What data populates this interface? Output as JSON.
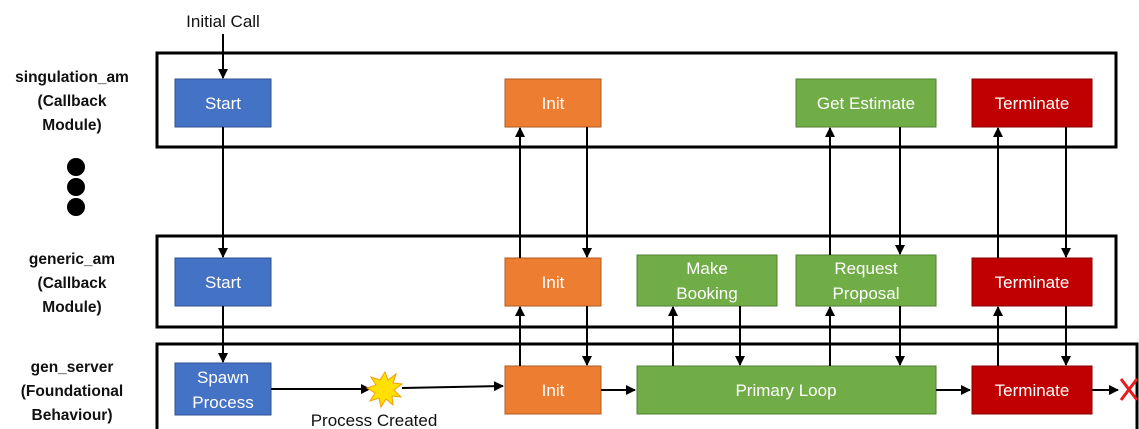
{
  "initial_call": "Initial Call",
  "process_created": "Process Created",
  "rows": {
    "singulation": {
      "line1": "singulation_am",
      "line2": "(Callback",
      "line3": "Module)"
    },
    "generic": {
      "line1": "generic_am",
      "line2": "(Callback",
      "line3": "Module)"
    },
    "gen_server": {
      "line1": "gen_server",
      "line2": "(Foundational",
      "line3": "Behaviour)"
    }
  },
  "singulation_boxes": {
    "start": "Start",
    "init": "Init",
    "get_estimate": "Get Estimate",
    "terminate": "Terminate"
  },
  "generic_boxes": {
    "start": "Start",
    "init": "Init",
    "make_booking_1": "Make",
    "make_booking_2": "Booking",
    "request_proposal_1": "Request",
    "request_proposal_2": "Proposal",
    "terminate": "Terminate"
  },
  "gen_server_boxes": {
    "spawn_1": "Spawn",
    "spawn_2": "Process",
    "init": "Init",
    "primary_loop": "Primary Loop",
    "terminate": "Terminate"
  },
  "colors": {
    "blue": "#4472c4",
    "orange": "#ed7d31",
    "green": "#70ad47",
    "red": "#c00000",
    "outline": "#000000",
    "cross": "#e81c1c",
    "burst": "#ffe000"
  }
}
